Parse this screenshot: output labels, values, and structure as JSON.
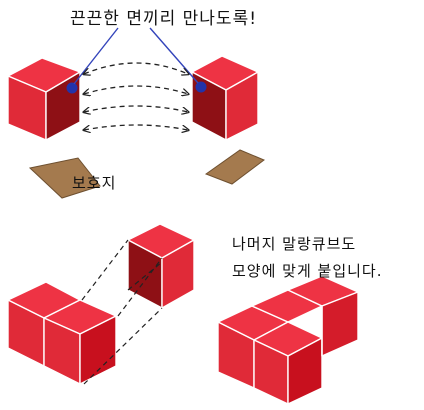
{
  "labels": {
    "title": "끈끈한 면끼리 만나도록!",
    "protective_paper": "보호지",
    "instruction_line1": "나머지 말랑큐브도",
    "instruction_line2": "모양에 맞게 붙입니다."
  },
  "colors": {
    "cube_top": "#ee3344",
    "cube_left": "#e02a38",
    "cube_right": "#c8101e",
    "sticky_face": "#8e1015",
    "sticky_dot": "#2233aa",
    "pointer_line": "#3344bb",
    "paper": "#a47a4e",
    "arrow": "#222222"
  }
}
